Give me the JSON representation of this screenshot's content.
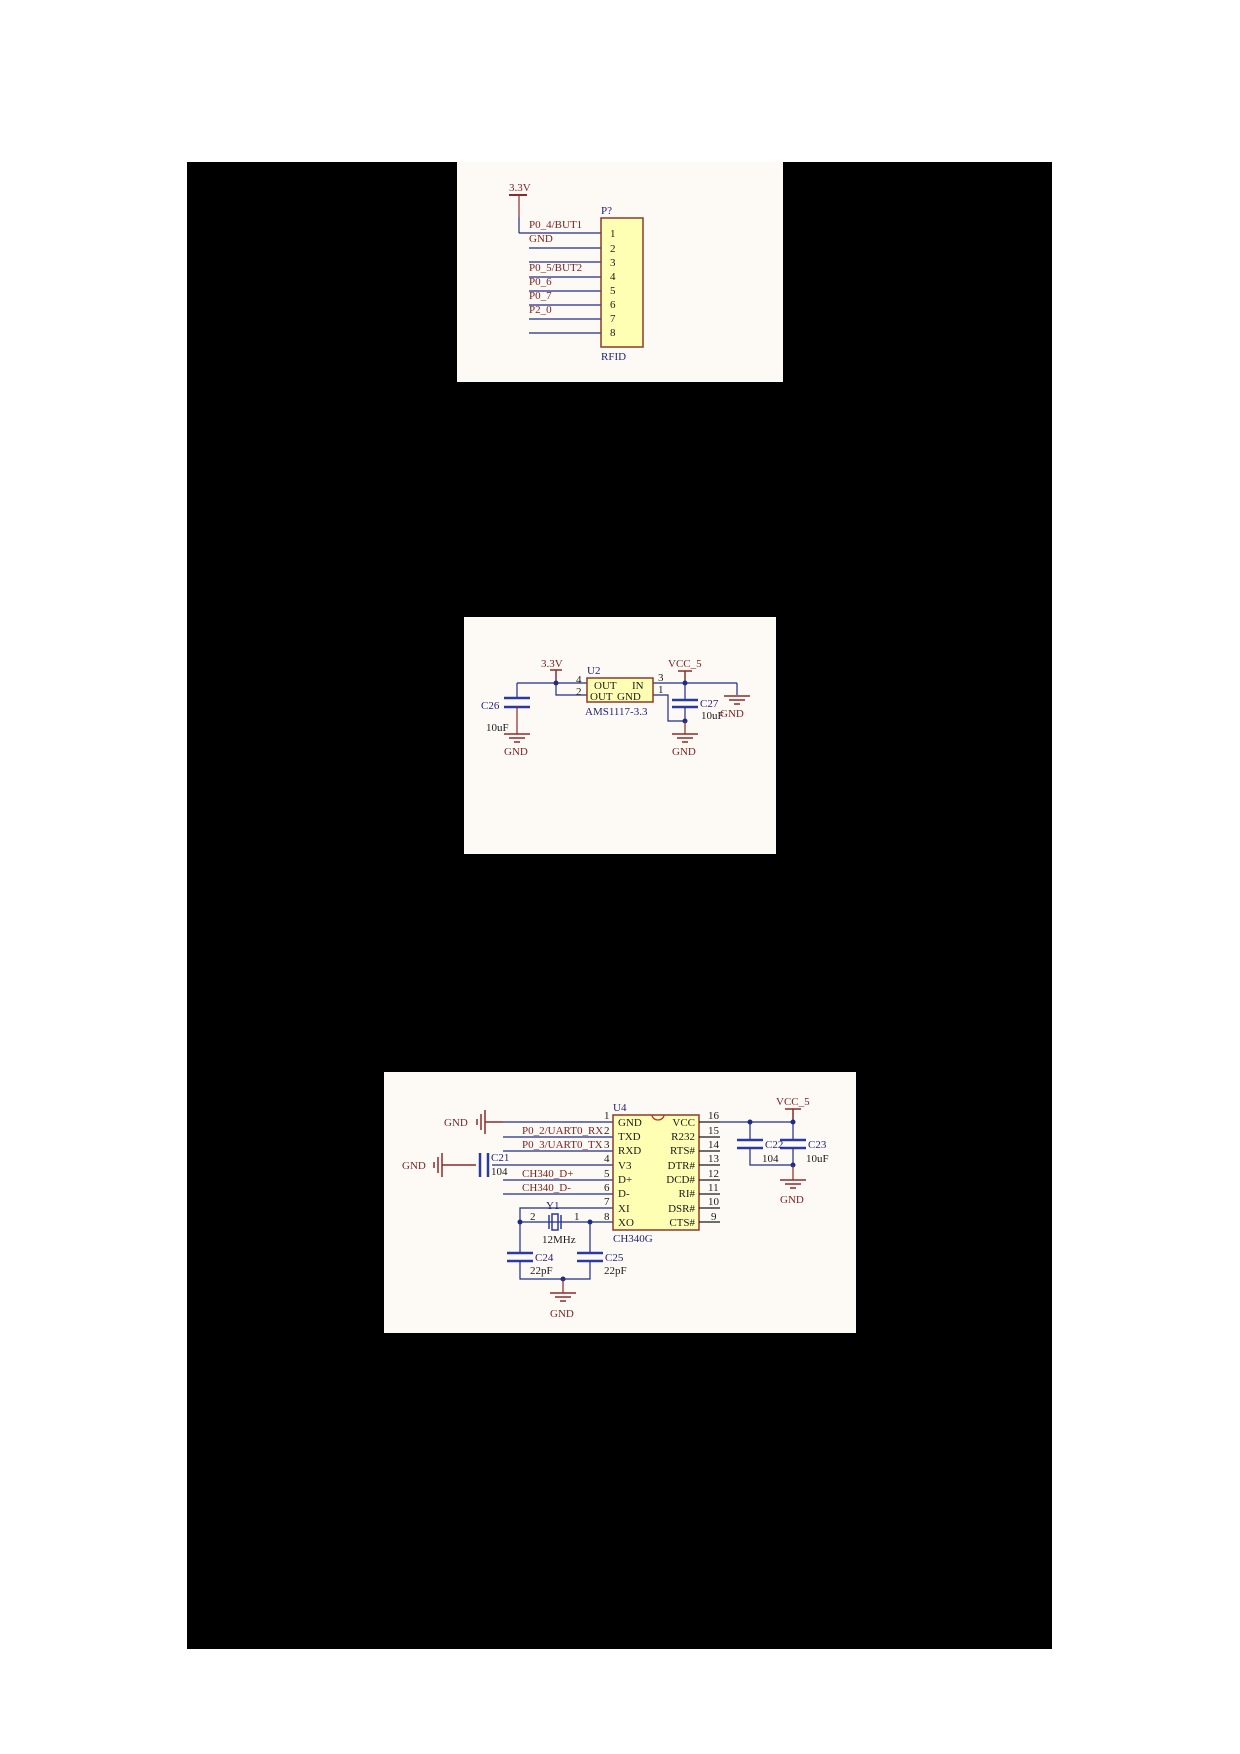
{
  "page": {
    "background": "#ffffff",
    "frame_color": "#000000"
  },
  "colors": {
    "panel_bg": "#fdfaf5",
    "component_fill": "#ffffb3",
    "component_border": "#8b3a2a",
    "wire": "#1e2a8a",
    "net_label": "#7a1f1f",
    "designator": "#23237a",
    "power": "#8b2a2a"
  },
  "panels": [
    {
      "name": "rfid-connector",
      "component": {
        "designator": "P?",
        "comment": "RFID",
        "pins": [
          "1",
          "2",
          "3",
          "4",
          "5",
          "6",
          "7",
          "8"
        ]
      },
      "power_label": "3.3V",
      "nets": [
        "",
        "P0_4/BUT1",
        "GND",
        "",
        "P0_5/BUT2",
        "P0_6",
        "P0_7",
        "P2_0"
      ]
    },
    {
      "name": "ldo-regulator",
      "component": {
        "designator": "U2",
        "comment": "AMS1117-3.3",
        "pin_labels": [
          "OUT",
          "IN",
          "OUT",
          "GND"
        ],
        "pins": [
          "4",
          "2",
          "3",
          "1"
        ]
      },
      "power_labels": {
        "out": "3.3V",
        "in": "VCC_5"
      },
      "capacitors": [
        {
          "designator": "C26",
          "value": "10uF"
        },
        {
          "designator": "C27",
          "value": "10uF"
        }
      ],
      "grounds": [
        "GND",
        "GND",
        "GND"
      ]
    },
    {
      "name": "usb-uart-ch340g",
      "component": {
        "designator": "U4",
        "comment": "CH340G",
        "left_pins": [
          {
            "num": "1",
            "name": "GND",
            "net": "GND"
          },
          {
            "num": "2",
            "name": "TXD",
            "net": "P0_2/UART0_RX"
          },
          {
            "num": "3",
            "name": "RXD",
            "net": "P0_3/UART0_TX"
          },
          {
            "num": "4",
            "name": "V3",
            "net": ""
          },
          {
            "num": "5",
            "name": "D+",
            "net": "CH340_D+"
          },
          {
            "num": "6",
            "name": "D-",
            "net": "CH340_D-"
          },
          {
            "num": "7",
            "name": "XI",
            "net": ""
          },
          {
            "num": "8",
            "name": "XO",
            "net": ""
          }
        ],
        "right_pins": [
          {
            "num": "16",
            "name": "VCC"
          },
          {
            "num": "15",
            "name": "R232"
          },
          {
            "num": "14",
            "name": "RTS#"
          },
          {
            "num": "13",
            "name": "DTR#"
          },
          {
            "num": "12",
            "name": "DCD#"
          },
          {
            "num": "11",
            "name": "RI#"
          },
          {
            "num": "10",
            "name": "DSR#"
          },
          {
            "num": "9",
            "name": "CTS#"
          }
        ]
      },
      "power_label": "VCC_5",
      "crystal": {
        "designator": "Y1",
        "value": "12MHz",
        "pins": [
          "2",
          "1"
        ]
      },
      "capacitors": [
        {
          "designator": "C21",
          "value": "104"
        },
        {
          "designator": "C22",
          "value": "104"
        },
        {
          "designator": "C23",
          "value": "10uF"
        },
        {
          "designator": "C24",
          "value": "22pF"
        },
        {
          "designator": "C25",
          "value": "22pF"
        }
      ],
      "grounds": [
        "GND",
        "GND",
        "GND",
        "GND"
      ]
    }
  ]
}
